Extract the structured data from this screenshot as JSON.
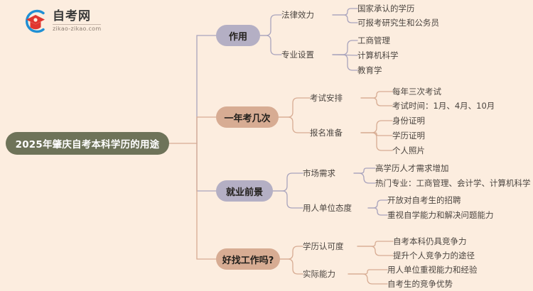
{
  "background_color": "#fceddf",
  "logo": {
    "title": "自考网",
    "subtitle": "zikao-zikao.com",
    "mark_arc_color": "#1f8fd4",
    "mark_cap_color": "#e0362f"
  },
  "palette": {
    "root_fill": "#6e7359",
    "root_text": "#ffffff",
    "violet_fill": "#b4afc4",
    "tan_fill": "#d7ac93",
    "violet_link": "#a9a4bd",
    "tan_link": "#d7ac93",
    "text_color": "#4b4540"
  },
  "mindmap": {
    "type": "mindmap",
    "root": {
      "label": "2025年肇庆自考本科学历的用途",
      "color": "#6e7359"
    },
    "branches": [
      {
        "label": "作用",
        "color": "violet",
        "children": [
          {
            "label": "法律效力",
            "children": [
              {
                "label": "国家承认的学历"
              },
              {
                "label": "可报考研究生和公务员"
              }
            ]
          },
          {
            "label": "专业设置",
            "children": [
              {
                "label": "工商管理"
              },
              {
                "label": "计算机科学"
              },
              {
                "label": "教育学"
              }
            ]
          }
        ]
      },
      {
        "label": "一年考几次",
        "color": "tan",
        "children": [
          {
            "label": "考试安排",
            "children": [
              {
                "label": "每年三次考试"
              },
              {
                "label": "考试时间：1月、4月、10月"
              }
            ]
          },
          {
            "label": "报名准备",
            "children": [
              {
                "label": "身份证明"
              },
              {
                "label": "学历证明"
              },
              {
                "label": "个人照片"
              }
            ]
          }
        ]
      },
      {
        "label": "就业前景",
        "color": "violet",
        "children": [
          {
            "label": "市场需求",
            "children": [
              {
                "label": "高学历人才需求增加"
              },
              {
                "label": "热门专业：工商管理、会计学、计算机科学"
              }
            ]
          },
          {
            "label": "用人单位态度",
            "children": [
              {
                "label": "开放对自考生的招聘"
              },
              {
                "label": "重视自学能力和解决问题能力"
              }
            ]
          }
        ]
      },
      {
        "label": "好找工作吗?",
        "color": "tan",
        "children": [
          {
            "label": "学历认可度",
            "children": [
              {
                "label": "自考本科仍具竞争力"
              },
              {
                "label": "提升个人竞争力的途径"
              }
            ]
          },
          {
            "label": "实际能力",
            "children": [
              {
                "label": "用人单位重视能力和经验"
              },
              {
                "label": "自考生的竞争优势"
              }
            ]
          }
        ]
      }
    ]
  }
}
